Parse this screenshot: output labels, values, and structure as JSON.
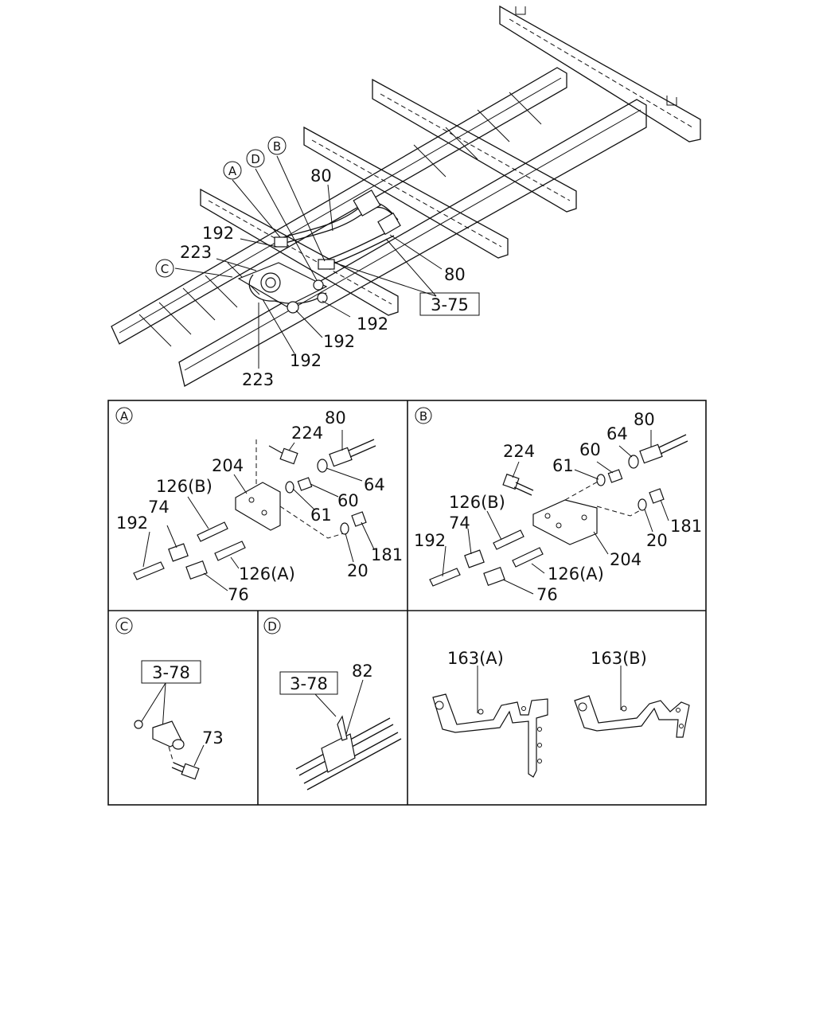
{
  "callouts": {
    "A": "A",
    "B": "B",
    "C": "C",
    "D": "D"
  },
  "overview": {
    "p80_top": "80",
    "p80_right": "80",
    "p192_left": "192",
    "p223_top": "223",
    "p192_r1": "192",
    "p192_r2": "192",
    "p192_r3": "192",
    "p223_bottom": "223",
    "ref_375": "3-75"
  },
  "panel_a": {
    "p224": "224",
    "p80": "80",
    "p204": "204",
    "p64": "64",
    "p126b": "126(B)",
    "p60": "60",
    "p74": "74",
    "p61": "61",
    "p192": "192",
    "p181": "181",
    "p126a": "126(A)",
    "p20": "20",
    "p76": "76"
  },
  "panel_b": {
    "p80": "80",
    "p224": "224",
    "p60": "60",
    "p64": "64",
    "p61": "61",
    "p126b": "126(B)",
    "p74": "74",
    "p181": "181",
    "p192": "192",
    "p20": "20",
    "p204": "204",
    "p126a": "126(A)",
    "p76": "76"
  },
  "panel_c": {
    "ref_378": "3-78",
    "p73": "73"
  },
  "panel_d": {
    "ref_378": "3-78",
    "p82": "82"
  },
  "panel_e": {
    "p163a": "163(A)",
    "p163b": "163(B)"
  }
}
